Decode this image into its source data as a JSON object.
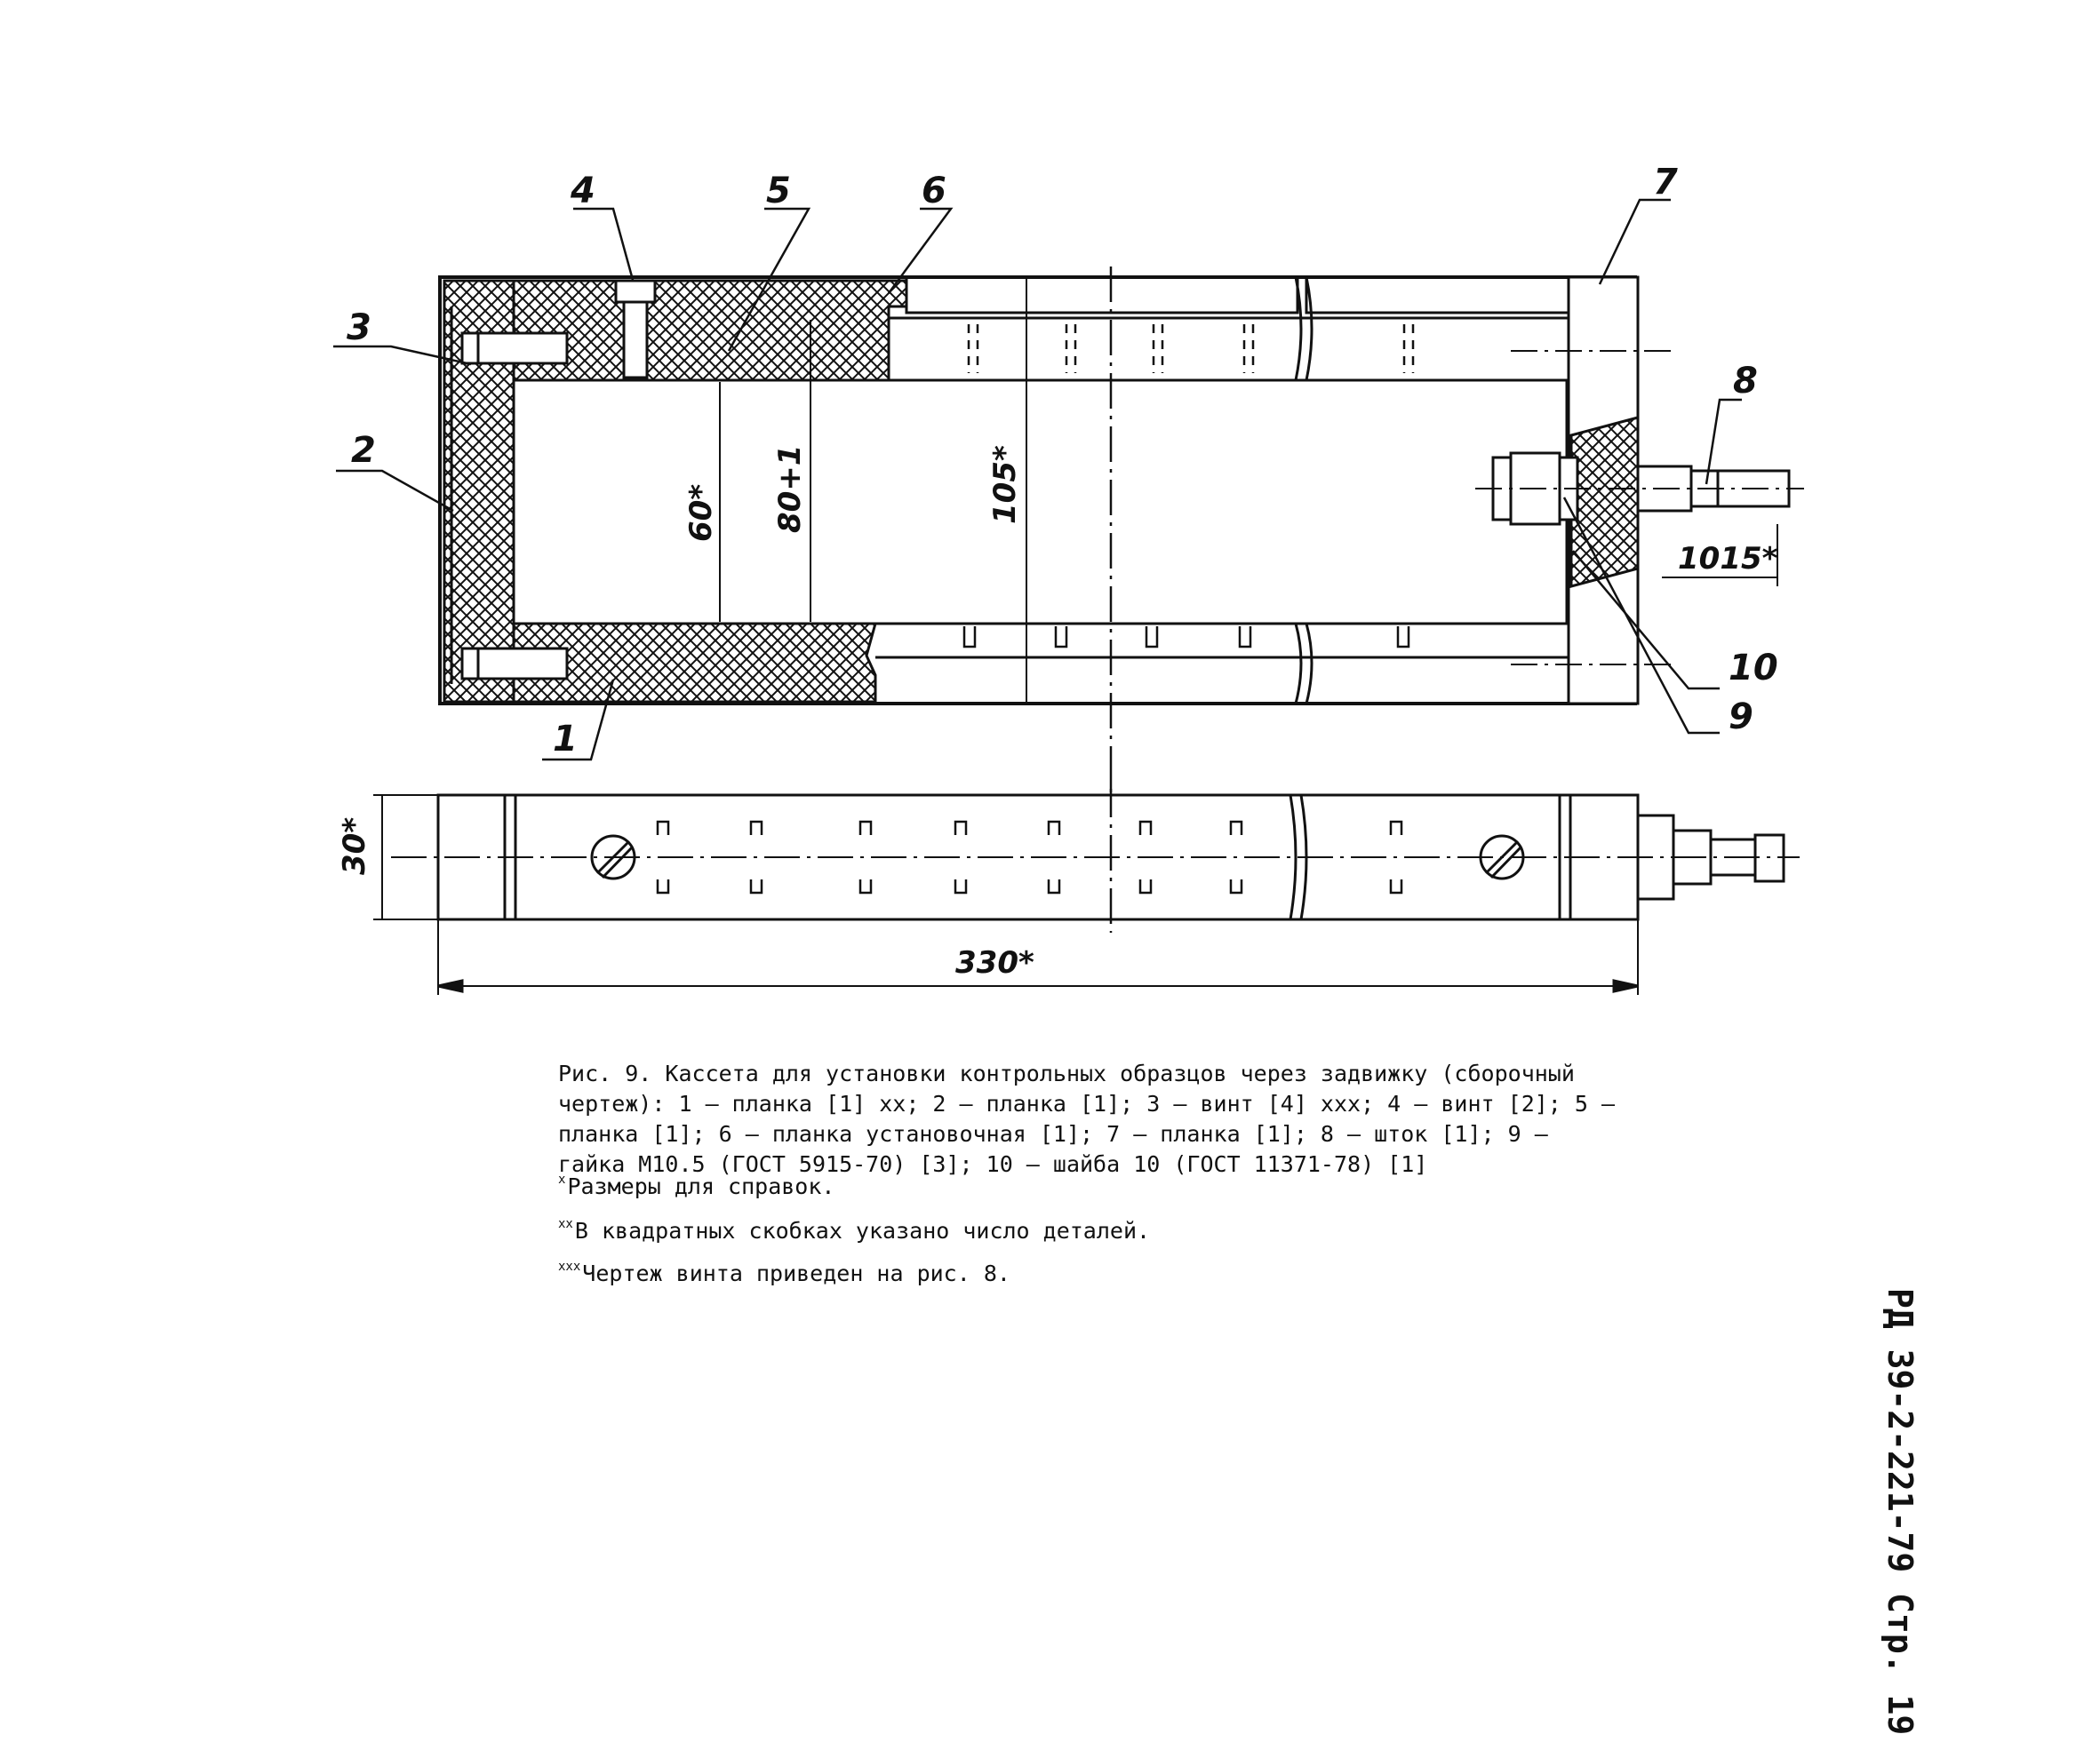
{
  "figure": {
    "caption": "Рис. 9. Кассета для установки контрольных образцов через задвижку (сборочный чертеж): 1 – планка [1] хх; 2 – планка [1]; 3 – винт [4] ххх; 4 – винт [2]; 5 – планка [1]; 6 – планка установочная [1]; 7 – планка [1]; 8 – шток [1]; 9 – гайка М10.5 (ГОСТ 5915-70) [3]; 10 – шайба 10 (ГОСТ 11371-78) [1]",
    "notes": [
      {
        "mark": "х",
        "text": "Размеры для справок."
      },
      {
        "mark": "хх",
        "text": "В квадратных скобках указано число деталей."
      },
      {
        "mark": "ххх",
        "text": "Чертеж винта приведен на рис. 8."
      }
    ]
  },
  "callouts": [
    "1",
    "2",
    "3",
    "4",
    "5",
    "6",
    "7",
    "8",
    "9",
    "10"
  ],
  "dimensions": {
    "d60": "60*",
    "d80": "80+1",
    "d105": "105*",
    "d1015": "1015*",
    "d30": "30*",
    "d330": "330*"
  },
  "page_header": "РД 39-2-221-79 Стр. 19"
}
